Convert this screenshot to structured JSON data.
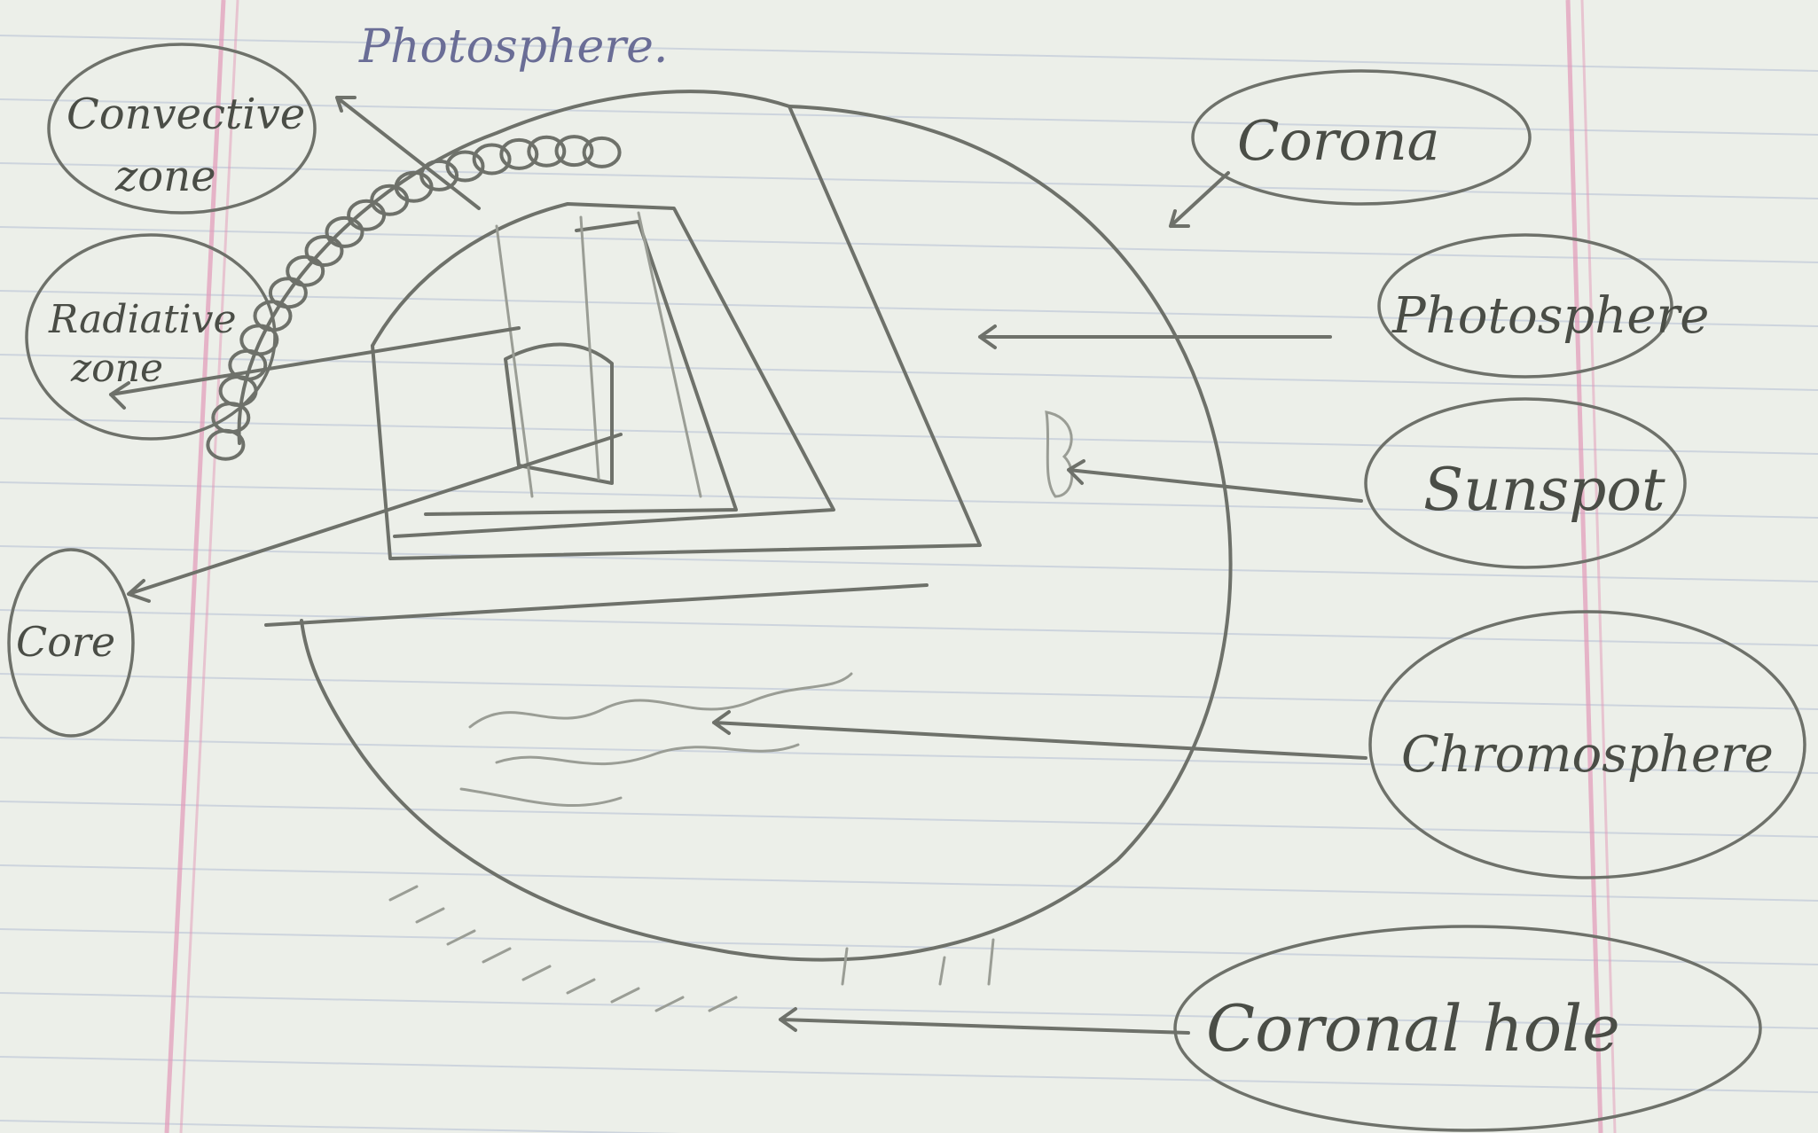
{
  "labels": {
    "photosphere_top": "Photosphere.",
    "convective": "Convective",
    "convective_2": "zone",
    "radiative": "Radiative",
    "radiative_2": "zone",
    "core": "Core",
    "corona": "Corona",
    "photosphere": "Photosphere",
    "sunspot": "Sunspot",
    "chromosphere": "Chromosphere",
    "coronal_hole": "Coronal hole"
  },
  "colors": {
    "paper": "#ecefe9",
    "ruled_line": "#b9c3d6",
    "margin_line": "#e39ab9",
    "pencil": "#6e716a",
    "pen": "#6a6d96"
  }
}
